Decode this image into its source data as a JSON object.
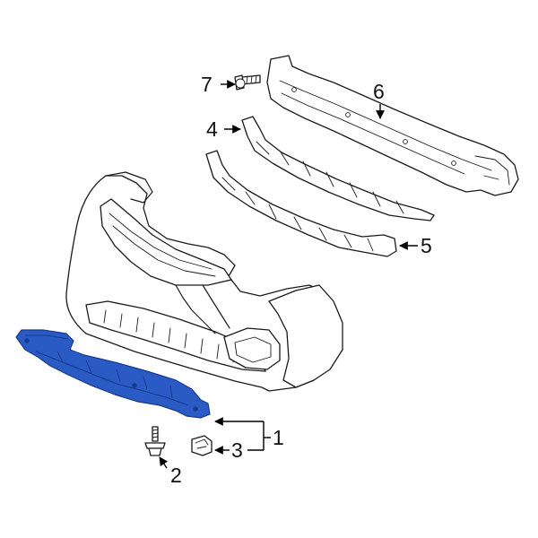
{
  "colors": {
    "highlight": "#2a5bc4",
    "highlight_dark": "#163b8c",
    "line": "#1a1a1a",
    "background": "#ffffff"
  },
  "callouts": {
    "c1": "1",
    "c2": "2",
    "c3": "3",
    "c4": "4",
    "c5": "5",
    "c6": "6",
    "c7": "7"
  }
}
